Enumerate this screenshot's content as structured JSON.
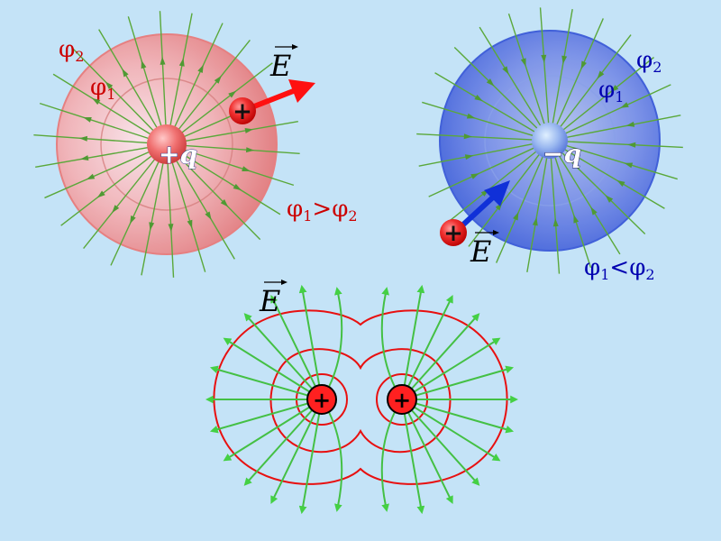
{
  "colors": {
    "background": "#c4e3f7",
    "positive_sphere": "#e88a8a",
    "negative_sphere": "#4a68e0",
    "field_line": "#5aa83a",
    "field_line_bright": "#44d044",
    "equipotential": "#e81010",
    "vector_red": "#ff1010",
    "vector_blue": "#1030d8",
    "label_red": "#cc0000",
    "label_blue": "#0000b0"
  },
  "positive_charge": {
    "charge_label": "+q",
    "outer_potential": {
      "symbol": "φ",
      "sub": "2"
    },
    "inner_potential": {
      "symbol": "φ",
      "sub": "1"
    },
    "vector_label": "E",
    "test_charge": "+",
    "relation": {
      "a_sym": "φ",
      "a_sub": "1",
      "op": ">",
      "b_sym": "φ",
      "b_sub": "2"
    }
  },
  "negative_charge": {
    "charge_label": "−q",
    "outer_potential": {
      "symbol": "φ",
      "sub": "2"
    },
    "inner_potential": {
      "symbol": "φ",
      "sub": "1"
    },
    "vector_label": "E",
    "test_charge": "+",
    "relation": {
      "a_sym": "φ",
      "a_sub": "1",
      "op": "<",
      "b_sym": "φ",
      "b_sub": "2"
    }
  },
  "dipole": {
    "vector_label": "E",
    "left_charge": "+",
    "right_charge": "+"
  }
}
